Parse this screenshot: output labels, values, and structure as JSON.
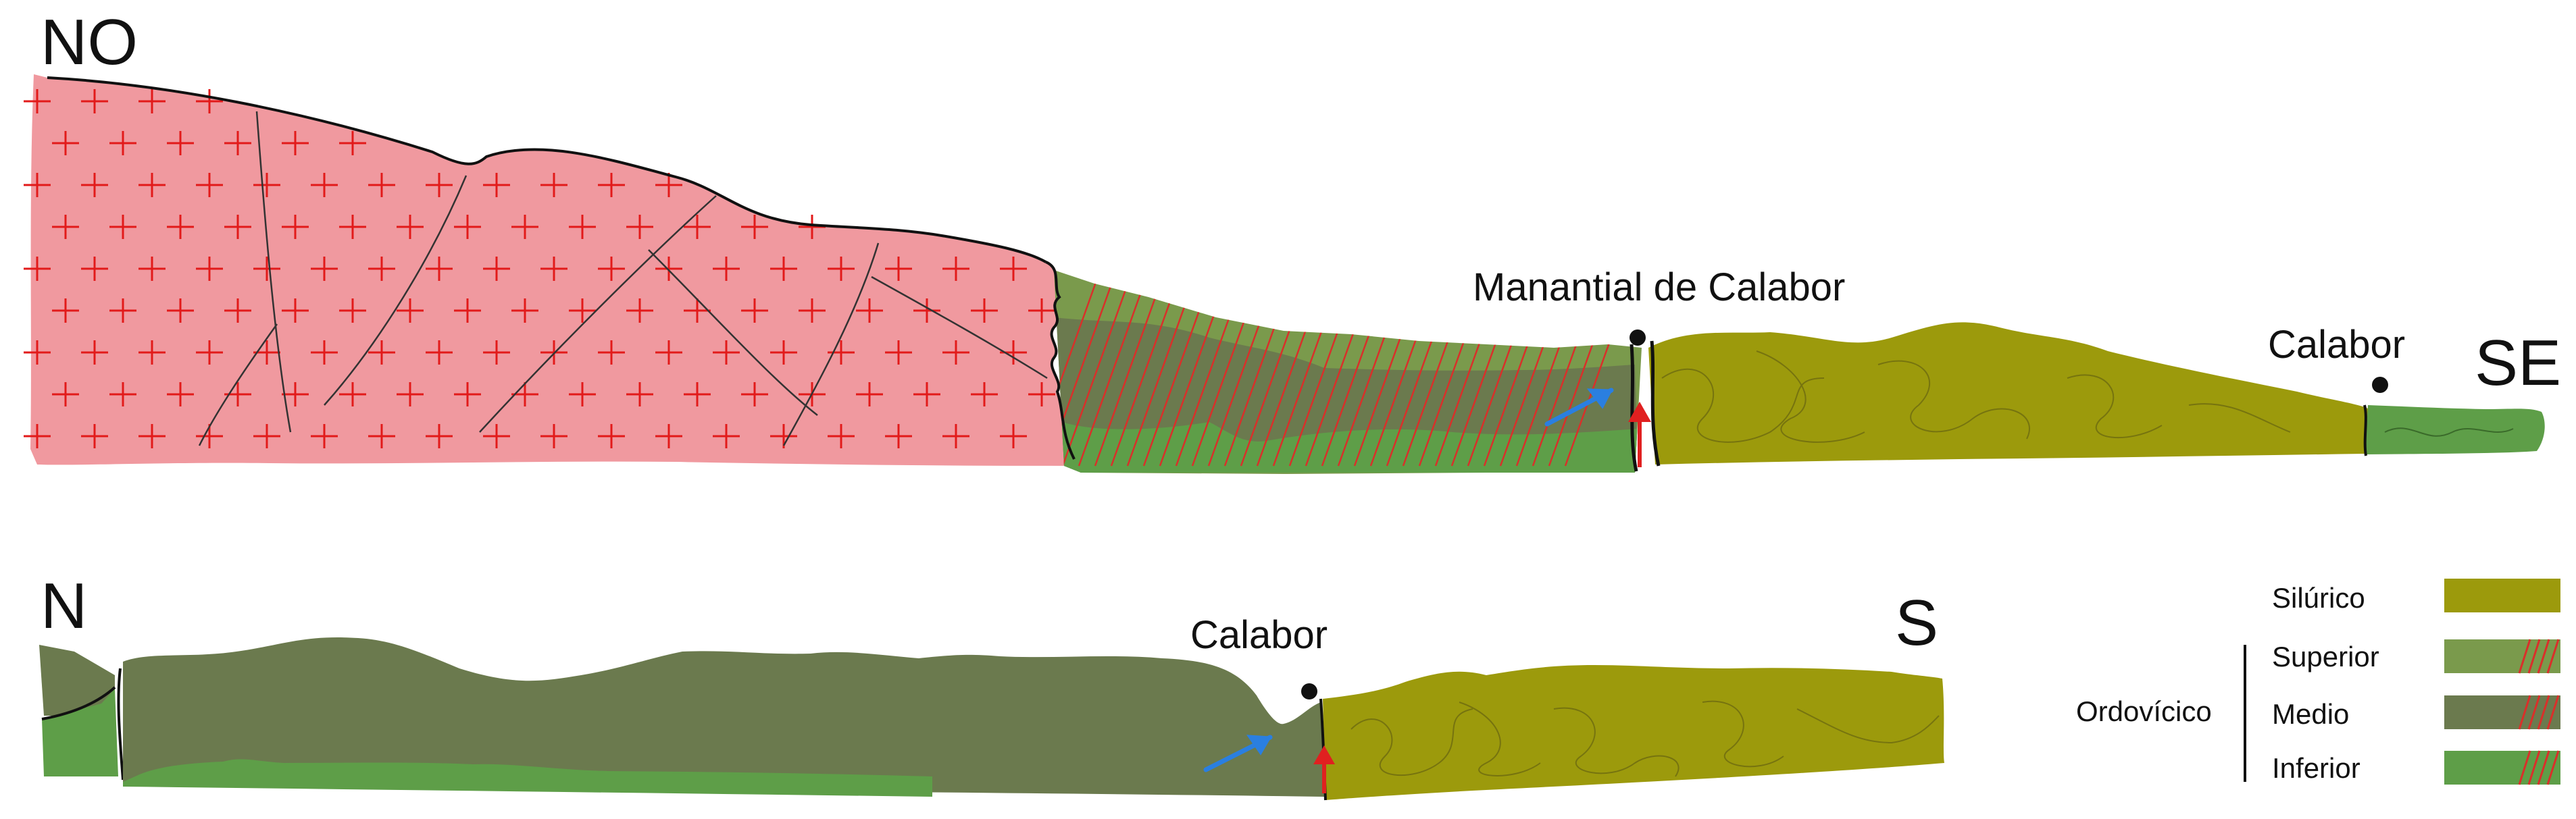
{
  "upper_section": {
    "left_label": "NO",
    "right_label": "SE",
    "spring_label": "Manantial de Calabor",
    "town_label": "Calabor"
  },
  "lower_section": {
    "left_label": "N",
    "right_label": "S",
    "town_label": "Calabor"
  },
  "legend": {
    "group_label": "Ordovícico",
    "items": [
      {
        "label": "Silúrico",
        "color": "#9c9a0c"
      },
      {
        "label": "Superior",
        "color": "#7a9a4c"
      },
      {
        "label": "Medio",
        "color": "#6b7a4e"
      },
      {
        "label": "Inferior",
        "color": "#5e9e48"
      }
    ]
  },
  "colors": {
    "granite": "#f0999f",
    "granite_cross": "#e21a1a",
    "silurico": "#9c9a0c",
    "ordovicico_superior": "#7a9a4c",
    "ordovicico_medio": "#6b7a4e",
    "ordovicico_inferior": "#5e9e48",
    "fault_hatch": "#d9302a",
    "flow_blue": "#2a7fe0",
    "flow_red": "#e02020"
  }
}
